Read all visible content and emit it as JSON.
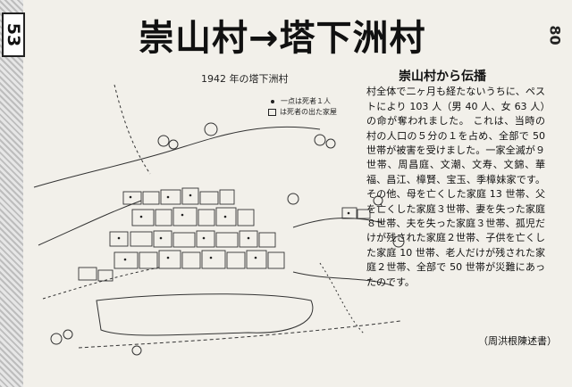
{
  "page_number": "53",
  "side_number": "80",
  "title": "崇山村→塔下洲村",
  "map": {
    "title": "1942 年の塔下洲村",
    "legend": [
      {
        "icon": "dot",
        "label": "一点は死者１人"
      },
      {
        "icon": "square",
        "label": "は死者の出た家屋"
      }
    ]
  },
  "article": {
    "heading": "崇山村から伝播",
    "body": "村全体で二ヶ月も経たないうちに、ペストにより 103 人（男 40 人、女 63 人）の命が奪われました。 これは、当時の村の人口の５分の１を占め、全部で 50 世帯が被害を受けました。一家全滅が９世帯、周昌庭、文潮、文寿、文錦、華福、昌江、樟賢、宝玉、季樟妹家です。その他、母を亡くした家庭 13 世帯、父を亡くした家庭３世帯、妻を失った家庭８世帯、夫を失った家庭３世帯、孤児だけが残された家庭２世帯、子供を亡くした家庭 10 世帯、老人だけが残された家庭２世帯、全部で 50 世帯が災難にあったのです。",
    "signature": "（周洪根陳述書）"
  }
}
